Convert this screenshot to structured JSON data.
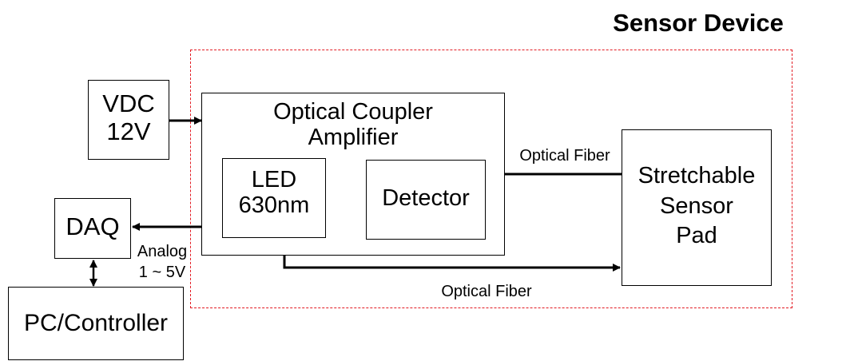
{
  "colors": {
    "boundary": "#e31b23",
    "line": "#000000",
    "background": "#ffffff"
  },
  "sensor_device": {
    "title": "Sensor Device"
  },
  "blocks": {
    "vdc": {
      "line1": "VDC",
      "line2": "12V"
    },
    "coupler": {
      "line1": "Optical Coupler",
      "line2": "Amplifier"
    },
    "led": {
      "line1": "LED",
      "line2": "630nm"
    },
    "detector": {
      "label": "Detector"
    },
    "sensor_pad": {
      "line1": "Stretchable",
      "line2": "Sensor",
      "line3": "Pad"
    },
    "daq": {
      "label": "DAQ"
    },
    "pc": {
      "label": "PC/Controller"
    }
  },
  "signals": {
    "fiber_top": "Optical Fiber",
    "fiber_bottom": "Optical Fiber",
    "analog_line1": "Analog",
    "analog_line2": "1 ~ 5V"
  }
}
